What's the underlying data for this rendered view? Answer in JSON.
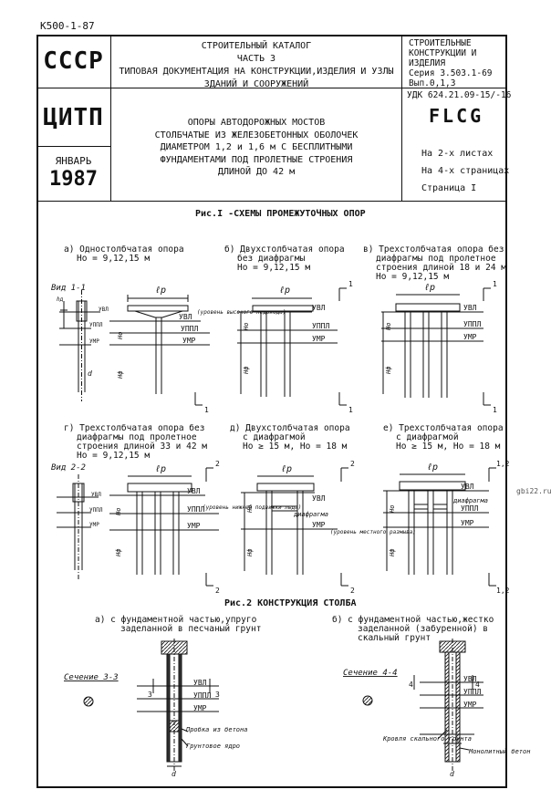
{
  "sheet_code": "К500-1-87",
  "side_mark": "gbi22.ru",
  "header": {
    "org1": "СССР",
    "org2": "ЦИТП",
    "month": "ЯНВАРЬ",
    "year": "1987",
    "catalog_lines": [
      "СТРОИТЕЛЬНЫЙ КАТАЛОГ",
      "ЧАСТЬ 3",
      "ТИПОВАЯ ДОКУМЕНТАЦИЯ НА КОНСТРУКЦИИ,ИЗДЕЛИЯ И УЗЛЫ",
      "ЗДАНИЙ И СООРУЖЕНИЙ"
    ],
    "series_lines": [
      "СТРОИТЕЛЬНЫЕ",
      "КОНСТРУКЦИИ И",
      "ИЗДЕЛИЯ",
      "Серия 3.503.1-69",
      "Вып.0,1,3"
    ],
    "udk": "УДК 624.21.09-15/-16",
    "code": "FLCG",
    "title_lines": [
      "ОПОРЫ АВТОДОРОЖНЫХ МОСТОВ",
      "СТОЛБЧАТЫЕ ИЗ ЖЕЛЕЗОБЕТОННЫХ ОБОЛОЧЕК",
      "ДИАМЕТРОМ 1,2 и 1,6 м С БЕСПЛИТНЫМИ",
      "ФУНДАМЕНТАМИ ПОД ПРОЛЕТНЫЕ СТРОЕНИЯ",
      "ДЛИНОЙ ДО 42 м"
    ],
    "sheets": "На 2-х листах",
    "pages": "На 4-х страницах",
    "page": "Страница I"
  },
  "fig1": {
    "title": "Рис.I -СХЕМЫ ПРОМЕЖУТОЧНЫХ ОПОР",
    "a_lines": [
      "а) Одностолбчатая опора",
      "Но = 9,12,15 м"
    ],
    "b_lines": [
      "б) Двухстолбчатая опора",
      "без диафрагмы",
      "Но = 9,12,15 м"
    ],
    "v_lines": [
      "в) Трехстолбчатая опора без",
      "диафрагмы под пролетное",
      "строения длиной 18 и 24 м",
      "Но = 9,12,15 м"
    ],
    "g_lines": [
      "г) Трехстолбчатая опора без",
      "диафрагмы под пролетное",
      "строения длиной 33 и 42 м",
      "Но = 9,12,15 м"
    ],
    "d_lines": [
      "д) Двухстолбчатая опора",
      "с диафрагмой",
      "Но ≥ 15 м, Но = 18 м"
    ],
    "e_lines": [
      "е) Трехстолбчатая опора",
      "с диафрагмой",
      "Но ≥ 15 м, Но = 18 м"
    ],
    "view11": "Вид 1-1",
    "view22": "Вид 2-2",
    "lp": "ℓр",
    "uvl": "УВЛ",
    "uppl": "УППЛ",
    "umr": "УМР",
    "ho": "Но",
    "hf": "Нф",
    "d": "d",
    "hd": "hд",
    "note_ice": "(уровень высокого ледохода)",
    "note_low_ice": "(уровень нижней подвижки льда)",
    "note_scour": "(уровень местного размыва)",
    "diaphragm": "диафрагма",
    "marks": [
      "1",
      "2",
      "1,2"
    ]
  },
  "fig2": {
    "title": "Рис.2 КОНСТРУКЦИЯ СТОЛБА",
    "a_lines": [
      "а) с фундаментной частью,упруго",
      "заделанной в песчаный грунт"
    ],
    "b_lines": [
      "б) с фундаментной частью,жестко",
      "заделанной (забуренной) в",
      "скальный грунт"
    ],
    "sec33": "Сечение 3-3",
    "sec44": "Сечение 4-4",
    "m3": "3",
    "m4": "4",
    "beton": "Пробка из бетона",
    "core": "Грунтовое ядро",
    "rock": "Кровля скального грунта",
    "fill": "Монолитный бетон"
  }
}
